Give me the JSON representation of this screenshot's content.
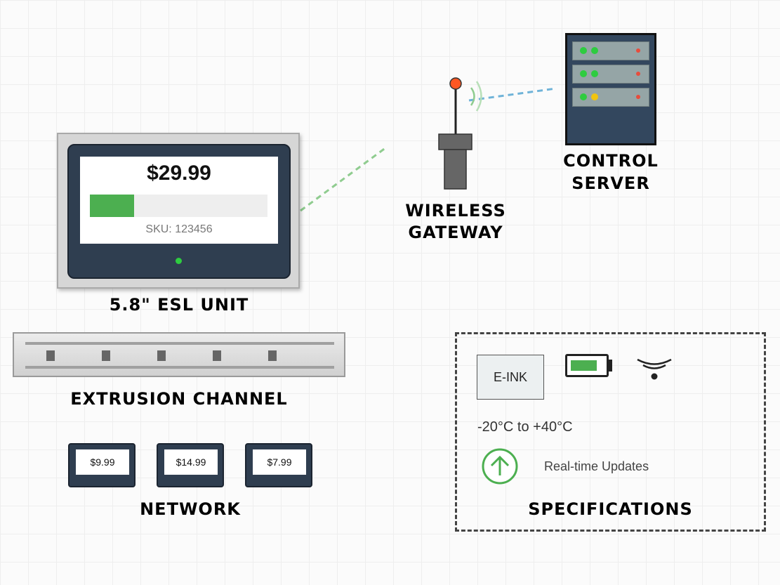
{
  "labels": {
    "esl_unit": "5.8\" ESL UNIT",
    "extrusion_channel": "EXTRUSION CHANNEL",
    "network": "NETWORK",
    "wireless_gateway": [
      "WIRELESS",
      "GATEWAY"
    ],
    "control_server": [
      "CONTROL",
      "SERVER"
    ],
    "specifications": "SPECIFICATIONS"
  },
  "esl_display": {
    "price": "$29.99",
    "sku": "SKU: 123456",
    "bar_fill_fraction": 0.25
  },
  "network_tags": [
    {
      "price": "$9.99"
    },
    {
      "price": "$14.99"
    },
    {
      "price": "$7.99"
    }
  ],
  "server": {
    "drives": [
      {
        "leds": [
          "green",
          "green"
        ],
        "status": "red"
      },
      {
        "leds": [
          "green",
          "green"
        ],
        "status": "red"
      },
      {
        "leds": [
          "green",
          "yellow"
        ],
        "status": "red"
      }
    ]
  },
  "specs": {
    "display_type": "E-INK",
    "battery_level_fraction": 0.8,
    "temperature_range": "-20°C to +40°C",
    "updates": "Real-time Updates",
    "icons": [
      "battery-icon",
      "wireless-signal-icon",
      "update-arrow-icon"
    ]
  },
  "colors": {
    "accent_green": "#4caf50",
    "bezel": "#2f3e50",
    "antenna_tip": "#ff5722",
    "led_green": "#2ecc40",
    "led_yellow": "#f1c40f",
    "led_red": "#e74c3c",
    "link_esl": "#8fcc8f",
    "link_server": "#6fb3d8"
  }
}
